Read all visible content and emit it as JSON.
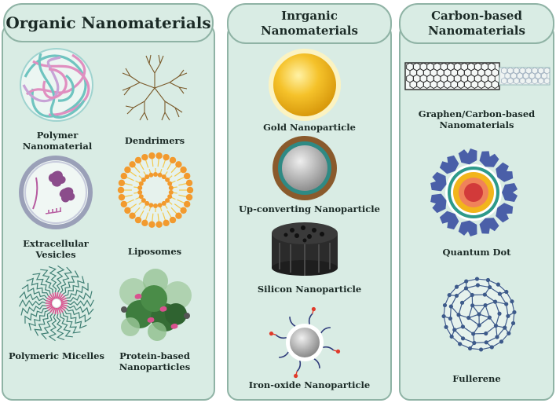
{
  "panels": {
    "organic": {
      "title": "Organic Nanomaterials",
      "items": {
        "polymer": "Polymer\nNanomaterial",
        "dendrimers": "Dendrimers",
        "vesicles": "Extracellular\nVesicles",
        "liposomes": "Liposomes",
        "micelles": "Polymeric Micelles",
        "protein": "Protein-based\nNanoparticles"
      }
    },
    "inorganic": {
      "title": "Inrganic\nNanomaterials",
      "items": {
        "gold": "Gold Nanoparticle",
        "upconverting": "Up-converting Nanoparticle",
        "silicon": "Silicon Nanoparticle",
        "iron": "Iron-oxide Nanoparticle"
      }
    },
    "carbon": {
      "title": "Carbon-based\nNanomaterials",
      "items": {
        "graphene": "Graphen/Carbon-based\nNanomaterials",
        "quantum": "Quantum Dot",
        "fullerene": "Fullerene"
      }
    }
  },
  "colors": {
    "panel_bg": "#d9ece4",
    "panel_border": "#8fb3a5",
    "gold": "#f2b51c",
    "liposome": "#f29a2e",
    "polymer_pink": "#e08fc0",
    "polymer_teal": "#6fc4c0",
    "protein_green": "#3e7d3e",
    "qd_blue": "#4a5fa8",
    "fullerene": "#3d5a8a"
  }
}
